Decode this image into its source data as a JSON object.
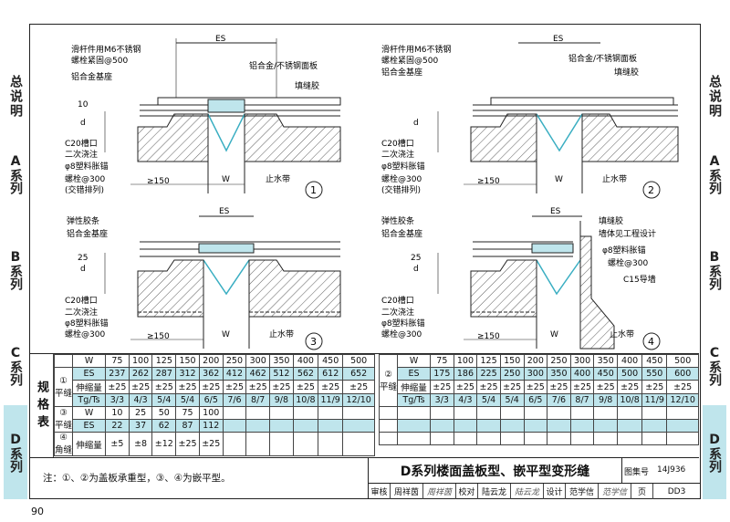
{
  "side_left": [
    "总说明",
    "A系列",
    "B系列",
    "C系列",
    "D系列"
  ],
  "side_right": [
    "总说明",
    "A系列",
    "B系列",
    "C系列",
    "D系列"
  ],
  "d1": {
    "es": "ES",
    "l1": "滑杆件用M6不锈钢",
    "l2": "螺栓紧固@500",
    "l3": "铝合金基座",
    "l4": "铝合金/不锈钢面板",
    "l5": "填缝胶",
    "d": "d",
    "h": "10",
    "c1": "C20槽口",
    "c2": "二次浇注",
    "c3": "φ8塑料胀锚",
    "c4": "螺栓@300",
    "c5": "(交错排列)",
    "ge": "≥150",
    "w": "W",
    "stop": "止水带",
    "num": "1"
  },
  "d2": {
    "es": "ES",
    "l1": "滑杆件用M6不锈钢",
    "l2": "螺栓紧固@500",
    "l3": "铝合金基座",
    "l4": "铝合金/不锈钢面板",
    "l5": "填缝胶",
    "d": "d",
    "c1": "C20槽口",
    "c2": "二次浇注",
    "c3": "φ8塑料胀锚",
    "c4": "螺栓@300",
    "c5": "(交错排列)",
    "ge": "≥150",
    "w": "W",
    "stop": "止水带",
    "num": "2"
  },
  "d3": {
    "es": "ES",
    "l1": "弹性胶条",
    "l2": "铝合金基座",
    "d": "d",
    "h": "25",
    "c1": "C20槽口",
    "c2": "二次浇注",
    "c3": "φ8塑料胀锚",
    "c4": "螺栓@300",
    "ge": "≥150",
    "w": "W",
    "stop": "止水带",
    "num": "3"
  },
  "d4": {
    "es": "ES",
    "l1": "弹性胶条",
    "l2": "铝合金基座",
    "r1": "填缝胶",
    "r2": "墙体见工程设计",
    "r3": "φ8塑料胀锚",
    "r4": "螺栓@300",
    "r5": "C15导墙",
    "d": "d",
    "h": "25",
    "c1": "C20槽口",
    "c2": "二次浇注",
    "c3": "φ8塑料胀锚",
    "c4": "螺栓@300",
    "ge": "≥150",
    "w": "W",
    "stop": "止水带",
    "num": "4"
  },
  "spec": {
    "label": "规格表",
    "t1": {
      "rows": [
        [
          "W",
          "75",
          "100",
          "125",
          "150",
          "200",
          "250",
          "300",
          "350",
          "400",
          "450",
          "500"
        ],
        [
          "ES",
          "237",
          "262",
          "287",
          "312",
          "362",
          "412",
          "462",
          "512",
          "562",
          "612",
          "652"
        ],
        [
          "伸缩量",
          "±25",
          "±25",
          "±25",
          "±25",
          "±25",
          "±25",
          "±25",
          "±25",
          "±25",
          "±25",
          "±25"
        ],
        [
          "Tg/Ts",
          "3/3",
          "4/3",
          "5/4",
          "5/4",
          "6/5",
          "7/6",
          "8/7",
          "9/8",
          "10/8",
          "11/9",
          "12/10"
        ]
      ],
      "tag1": "①",
      "tag1b": "平缝",
      "tag3": "③",
      "tag3b": "平缝",
      "tag4": "④",
      "tag4b": "角缝",
      "rows3": [
        [
          "W",
          "10",
          "25",
          "50",
          "75",
          "100"
        ],
        [
          "ES",
          "22",
          "37",
          "62",
          "87",
          "112"
        ],
        [
          "伸缩量",
          "±5",
          "±8",
          "±12",
          "±25",
          "±25"
        ]
      ]
    },
    "t2": {
      "tag": "②",
      "tagb": "平缝",
      "rows": [
        [
          "W",
          "75",
          "100",
          "125",
          "150",
          "200",
          "250",
          "300",
          "350",
          "400",
          "450",
          "500"
        ],
        [
          "ES",
          "175",
          "186",
          "225",
          "250",
          "300",
          "350",
          "400",
          "450",
          "500",
          "550",
          "600"
        ],
        [
          "伸缩量",
          "±25",
          "±25",
          "±25",
          "±25",
          "±25",
          "±25",
          "±25",
          "±25",
          "±25",
          "±25",
          "±25"
        ],
        [
          "Tg/Ts",
          "3/3",
          "4/3",
          "5/4",
          "5/4",
          "6/5",
          "7/6",
          "8/7",
          "9/8",
          "10/8",
          "11/9",
          "12/10"
        ]
      ]
    }
  },
  "note": "注：①、②为盖板承重型，③、④为嵌平型。",
  "title": "D系列楼面盖板型、嵌平型变形缝",
  "atlas_label": "图集号",
  "atlas_no": "14J936",
  "sig": [
    "审核",
    "周祥茵",
    "周祥茵",
    "校对",
    "陆云龙",
    "陆云龙",
    "设计",
    "范学信",
    "范学信",
    "页",
    "DD3"
  ],
  "page": "90"
}
